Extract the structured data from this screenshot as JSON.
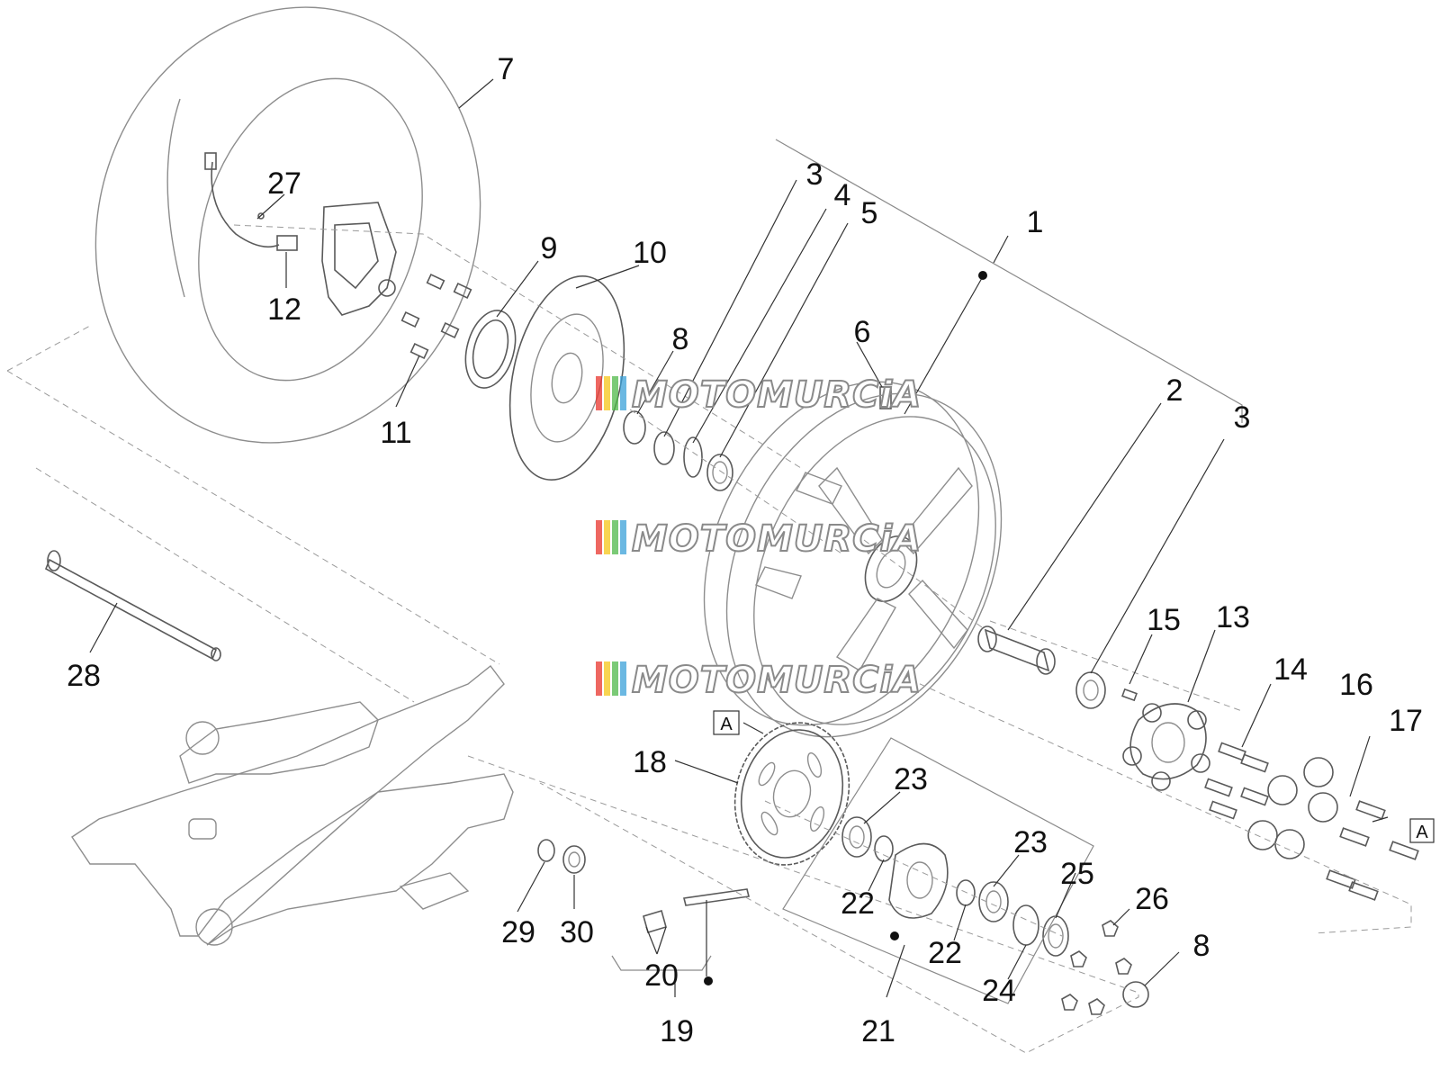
{
  "callouts": {
    "c1": "1",
    "c2": "2",
    "c3a": "3",
    "c3b": "3",
    "c4": "4",
    "c5": "5",
    "c6": "6",
    "c7": "7",
    "c8a": "8",
    "c8b": "8",
    "c9": "9",
    "c10": "10",
    "c11": "11",
    "c12": "12",
    "c13": "13",
    "c14": "14",
    "c15": "15",
    "c16": "16",
    "c17": "17",
    "c18": "18",
    "c19": "19",
    "c20": "20",
    "c21": "21",
    "c22a": "22",
    "c22b": "22",
    "c23a": "23",
    "c23b": "23",
    "c24": "24",
    "c25": "25",
    "c26": "26",
    "c27": "27",
    "c28": "28",
    "c29": "29",
    "c30": "30"
  },
  "ref_boxes": {
    "a1": "A",
    "a2": "A"
  },
  "watermark": {
    "text": "MOTOMURCiA",
    "colors": [
      "#e8342c",
      "#f5c518",
      "#4fb848",
      "#3aa0d8"
    ]
  }
}
